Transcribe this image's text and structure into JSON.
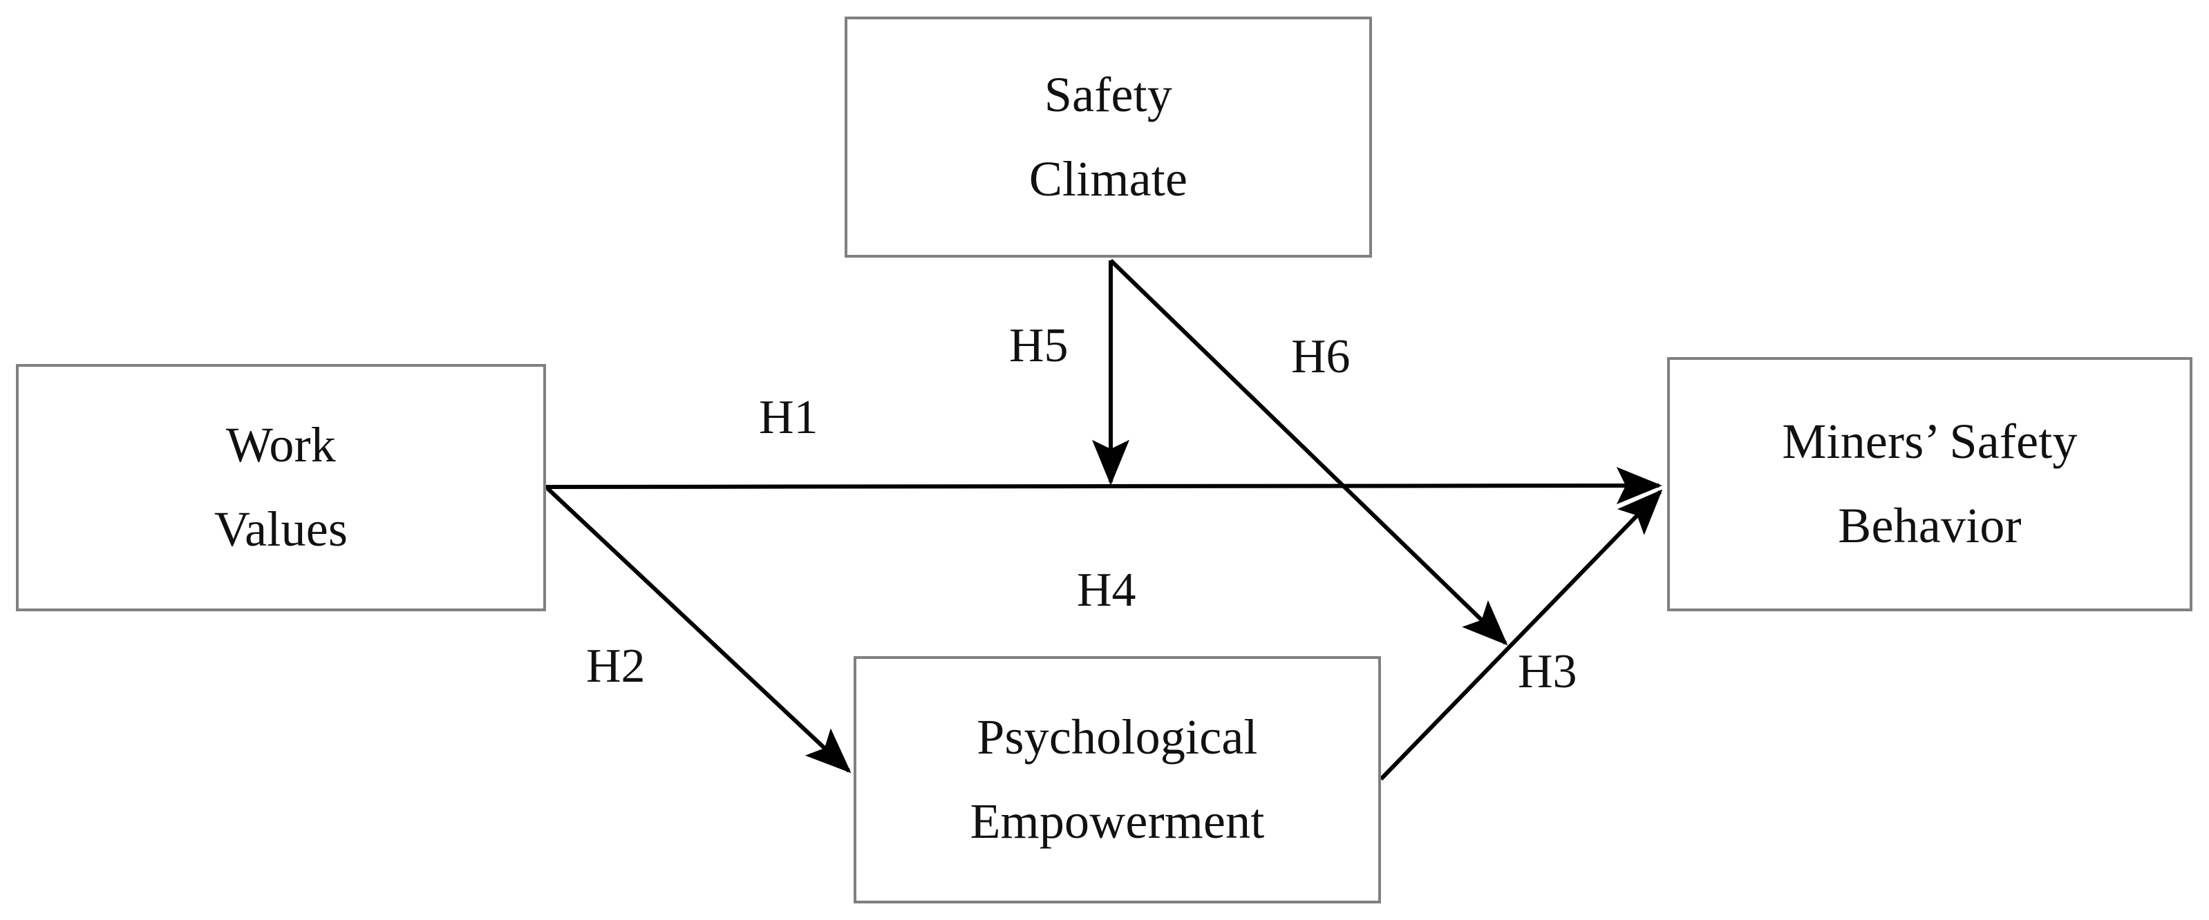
{
  "figure": {
    "kind": "conceptual-research-model",
    "background_color": "#ffffff",
    "box_border_color": "#808080",
    "arrow_color": "#000000",
    "text_color": "#111111"
  },
  "constructs": {
    "safety_climate": {
      "line1": "Safety",
      "line2": "Climate"
    },
    "work_values": {
      "line1": "Work",
      "line2": "Values"
    },
    "psychological_empowerment": {
      "line1": "Psychological",
      "line2": "Empowerment"
    },
    "miners_safety_behavior": {
      "line1": "Miners’ Safety",
      "line2": "Behavior"
    }
  },
  "hypotheses": {
    "h1": {
      "label": "H1",
      "from": "work_values",
      "to": "miners_safety_behavior"
    },
    "h2": {
      "label": "H2",
      "from": "work_values",
      "to": "psychological_empowerment"
    },
    "h3": {
      "label": "H3",
      "from": "psychological_empowerment",
      "to": "miners_safety_behavior"
    },
    "h4": {
      "label": "H4",
      "from": "work_values",
      "to": "miners_safety_behavior",
      "via": "psychological_empowerment"
    },
    "h5": {
      "label": "H5",
      "from": "safety_climate",
      "to": "h1_path"
    },
    "h6": {
      "label": "H6",
      "from": "safety_climate",
      "to": "h3_path"
    }
  }
}
